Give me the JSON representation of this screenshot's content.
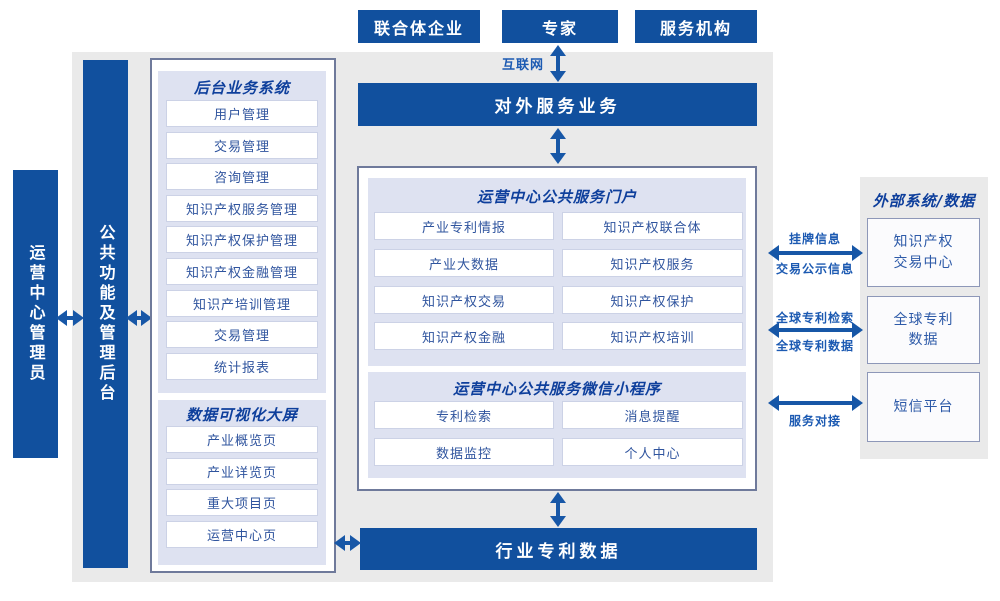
{
  "colors": {
    "dark_blue": "#11509e",
    "arrow_blue": "#1757a7",
    "panel_lavender": "#dee2f1",
    "background_gray": "#eaeaea",
    "header_text": "#0e3f9c",
    "item_text": "#2f549e"
  },
  "actors": {
    "joint_enterprise": "联合体企业",
    "expert": "专家",
    "service_agency": "服务机构"
  },
  "internet": {
    "label": "互联网"
  },
  "bars": {
    "external_service": "对外服务业务",
    "industry_patent_data": "行业专利数据"
  },
  "rails": {
    "operation_admin": "运营中心管理员",
    "public_backend": "公共功能及管理后台"
  },
  "backend_panel": {
    "title": "后台业务系统",
    "items": [
      "用户管理",
      "交易管理",
      "咨询管理",
      "知识产权服务管理",
      "知识产权保护管理",
      "知识产权金融管理",
      "知识产培训管理",
      "交易管理",
      "统计报表"
    ]
  },
  "dashboard_panel": {
    "title": "数据可视化大屏",
    "items": [
      "产业概览页",
      "产业详览页",
      "重大项目页",
      "运营中心页"
    ]
  },
  "portal_panel": {
    "title": "运营中心公共服务门户",
    "items": [
      "产业专利情报",
      "知识产权联合体",
      "产业大数据",
      "知识产权服务",
      "知识产权交易",
      "知识产权保护",
      "知识产权金融",
      "知识产权培训"
    ]
  },
  "mini_panel": {
    "title": "运营中心公共服务微信小程序",
    "items": [
      "专利检索",
      "消息提醒",
      "数据监控",
      "个人中心"
    ]
  },
  "external_panel": {
    "title": "外部系统/数据",
    "systems": [
      "知识产权\n交易中心",
      "全球专利\n数据",
      "短信平台"
    ],
    "link1": {
      "top": "挂牌信息",
      "bottom": "交易公示信息"
    },
    "link2": {
      "top": "全球专利检索",
      "bottom": "全球专利数据"
    },
    "link3": {
      "bottom": "服务对接"
    }
  }
}
